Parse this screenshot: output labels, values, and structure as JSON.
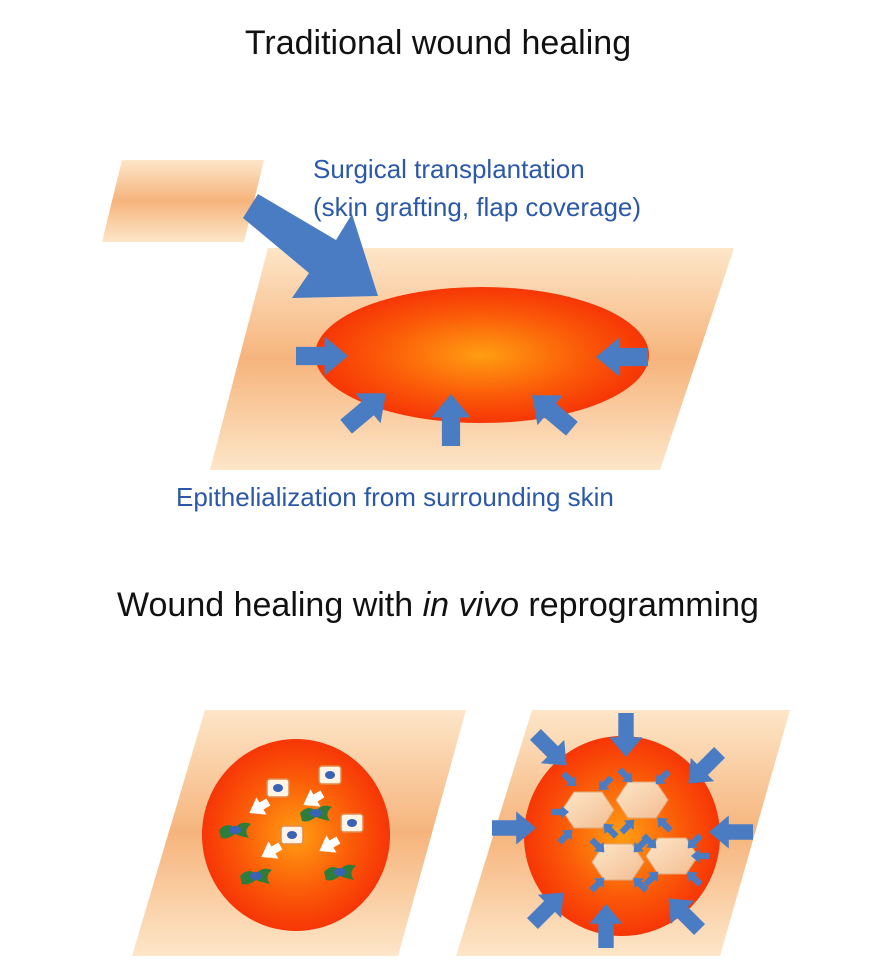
{
  "top_section": {
    "title": "Traditional wound healing",
    "surgical_label_line1": "Surgical transplantation",
    "surgical_label_line2": "(skin grafting, flap coverage)",
    "epithelialization_label": "Epithelialization from surrounding skin"
  },
  "bottom_section": {
    "title_part1": "Wound healing with ",
    "title_italic": "in vivo",
    "title_part2": " reprogramming"
  },
  "colors": {
    "skin_light": "#fde3c2",
    "skin_dark": "#f6b57e",
    "wound_center": "#ff9a10",
    "wound_edge": "#f42a06",
    "arrow_blue": "#4a7cc4",
    "label_blue": "#2b58a8"
  },
  "icons": [
    "large-arrow-icon",
    "small-arrow-icon",
    "cell-icon",
    "reprogrammed-cell-icon"
  ]
}
